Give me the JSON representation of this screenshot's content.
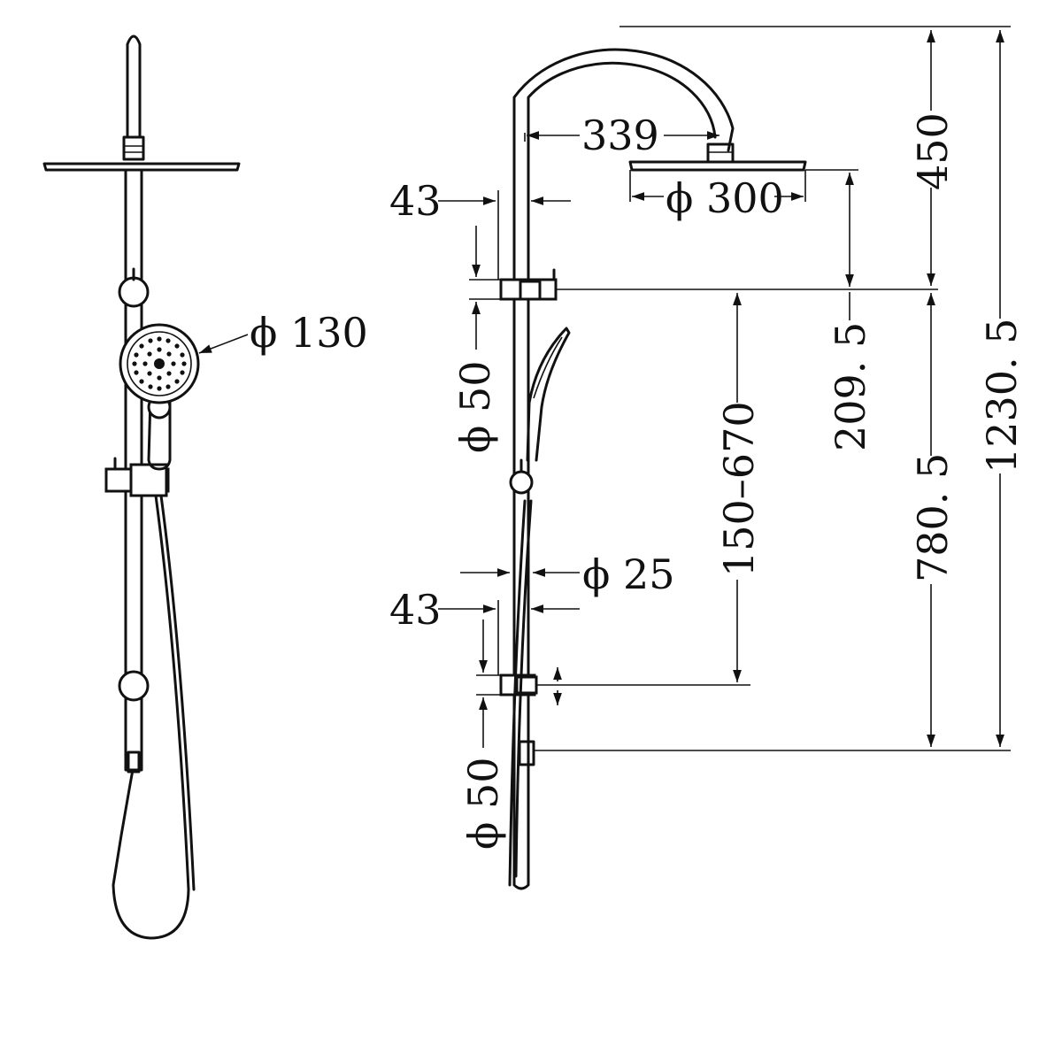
{
  "labels": {
    "hand_shower_diameter": "ϕ 130",
    "arm_reach": "339",
    "rose_diameter": "ϕ 300",
    "arm_height": "450",
    "rail_offset_top": "43",
    "bracket_diameter_top": "ϕ 50",
    "rose_to_bracket": "209. 5",
    "slide_range": "150–670",
    "rail_diameter": "ϕ 25",
    "rail_offset_bottom": "43",
    "bracket_diameter_bottom": "ϕ 50",
    "top_bracket_to_bottom": "780. 5",
    "overall_height": "1230. 5"
  }
}
